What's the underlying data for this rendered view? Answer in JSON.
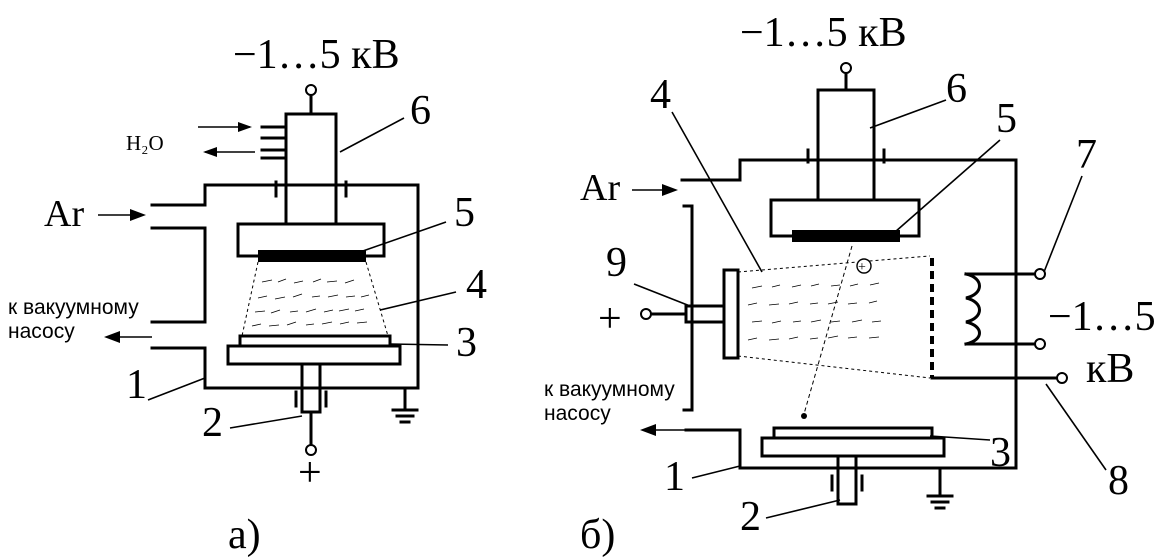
{
  "diagram_a": {
    "voltage": "−1…5 кВ",
    "water": "H₂O",
    "gas": "Ar",
    "pump_line1": "к вакуумному",
    "pump_line2": "насосу",
    "plus": "+",
    "caption": "а)",
    "labels": [
      "1",
      "2",
      "3",
      "4",
      "5",
      "6"
    ]
  },
  "diagram_b": {
    "voltage_top": "−1…5 кВ",
    "gas": "Ar",
    "plus": "+",
    "ion": "+",
    "pump_line1": "к вакуумному",
    "pump_line2": "насосу",
    "voltage_right": "−1…5",
    "voltage_right_unit": "кВ",
    "caption": "б)",
    "labels": [
      "1",
      "2",
      "3",
      "4",
      "5",
      "6",
      "7",
      "8",
      "9"
    ]
  }
}
